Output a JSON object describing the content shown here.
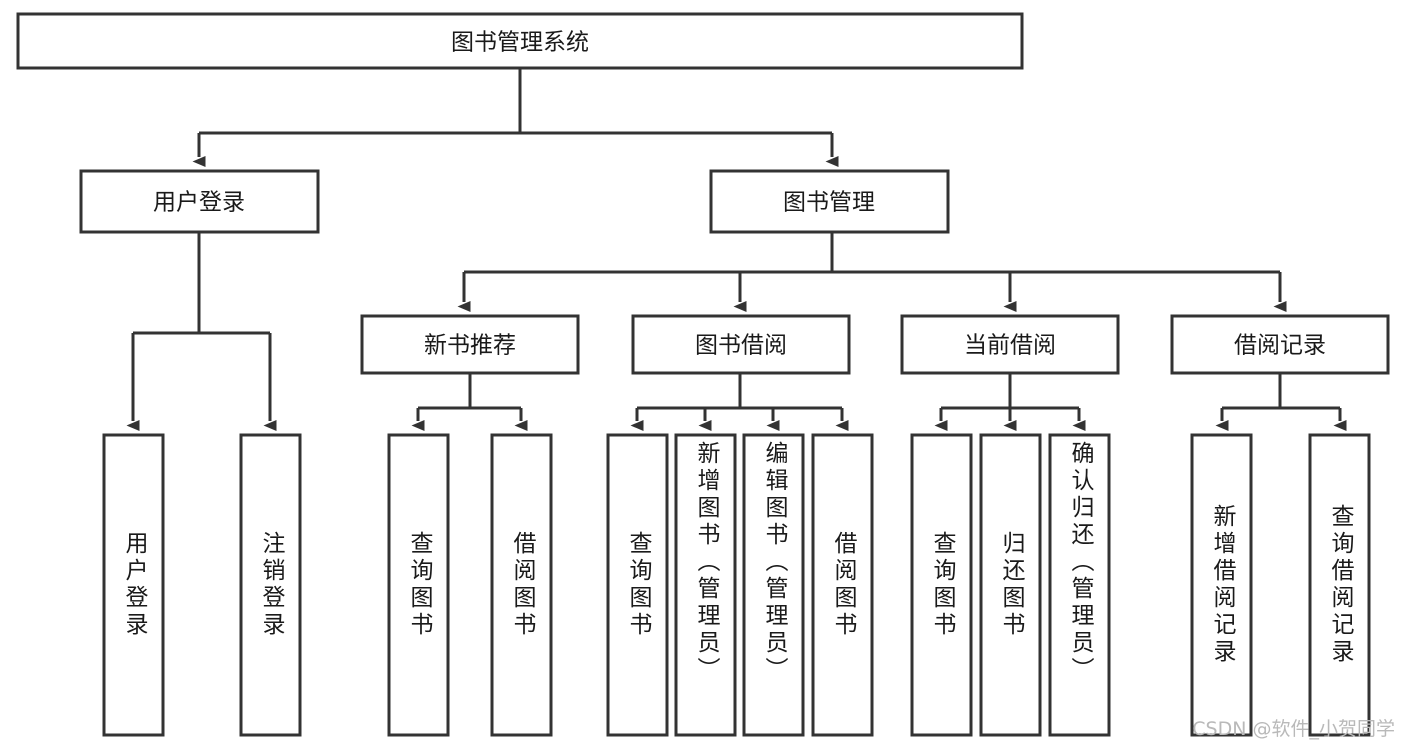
{
  "diagram": {
    "title": "图书管理系统",
    "type": "tree-hierarchy-flowchart",
    "colors": {
      "background": "#ffffff",
      "box_fill": "#ffffff",
      "box_stroke": "#333333",
      "connector": "#333333",
      "text": "#1a1a1a",
      "watermark": "#b9b9b9"
    },
    "root": {
      "label": "图书管理系统"
    },
    "level2": {
      "user_login": {
        "label": "用户登录"
      },
      "book_management": {
        "label": "图书管理"
      }
    },
    "level3": {
      "new_book_recommend": {
        "label": "新书推荐"
      },
      "book_borrow": {
        "label": "图书借阅"
      },
      "current_borrow": {
        "label": "当前借阅"
      },
      "borrow_record": {
        "label": "借阅记录"
      }
    },
    "leaves": [
      {
        "id": "leaf-user-login",
        "label": "用户登录",
        "parent": "用户登录"
      },
      {
        "id": "leaf-logout-login",
        "label": "注销登录",
        "parent": "用户登录"
      },
      {
        "id": "leaf-query-book-1",
        "label": "查询图书",
        "parent": "新书推荐"
      },
      {
        "id": "leaf-borrow-book-1",
        "label": "借阅图书",
        "parent": "新书推荐"
      },
      {
        "id": "leaf-query-book-2",
        "label": "查询图书",
        "parent": "图书借阅"
      },
      {
        "id": "leaf-add-book-admin",
        "label": "新增图书（管理员）",
        "parent": "图书借阅"
      },
      {
        "id": "leaf-edit-book-admin",
        "label": "编辑图书（管理员）",
        "parent": "图书借阅"
      },
      {
        "id": "leaf-borrow-book-2",
        "label": "借阅图书",
        "parent": "图书借阅"
      },
      {
        "id": "leaf-query-book-3",
        "label": "查询图书",
        "parent": "当前借阅"
      },
      {
        "id": "leaf-return-book",
        "label": "归还图书",
        "parent": "当前借阅"
      },
      {
        "id": "leaf-confirm-return",
        "label": "确认归还（管理员）",
        "parent": "当前借阅"
      },
      {
        "id": "leaf-add-record",
        "label": "新增借阅记录",
        "parent": "借阅记录"
      },
      {
        "id": "leaf-query-record",
        "label": "查询借阅记录",
        "parent": "借阅记录"
      }
    ]
  },
  "watermark": {
    "text": "CSDN @软件_小贺同学"
  }
}
